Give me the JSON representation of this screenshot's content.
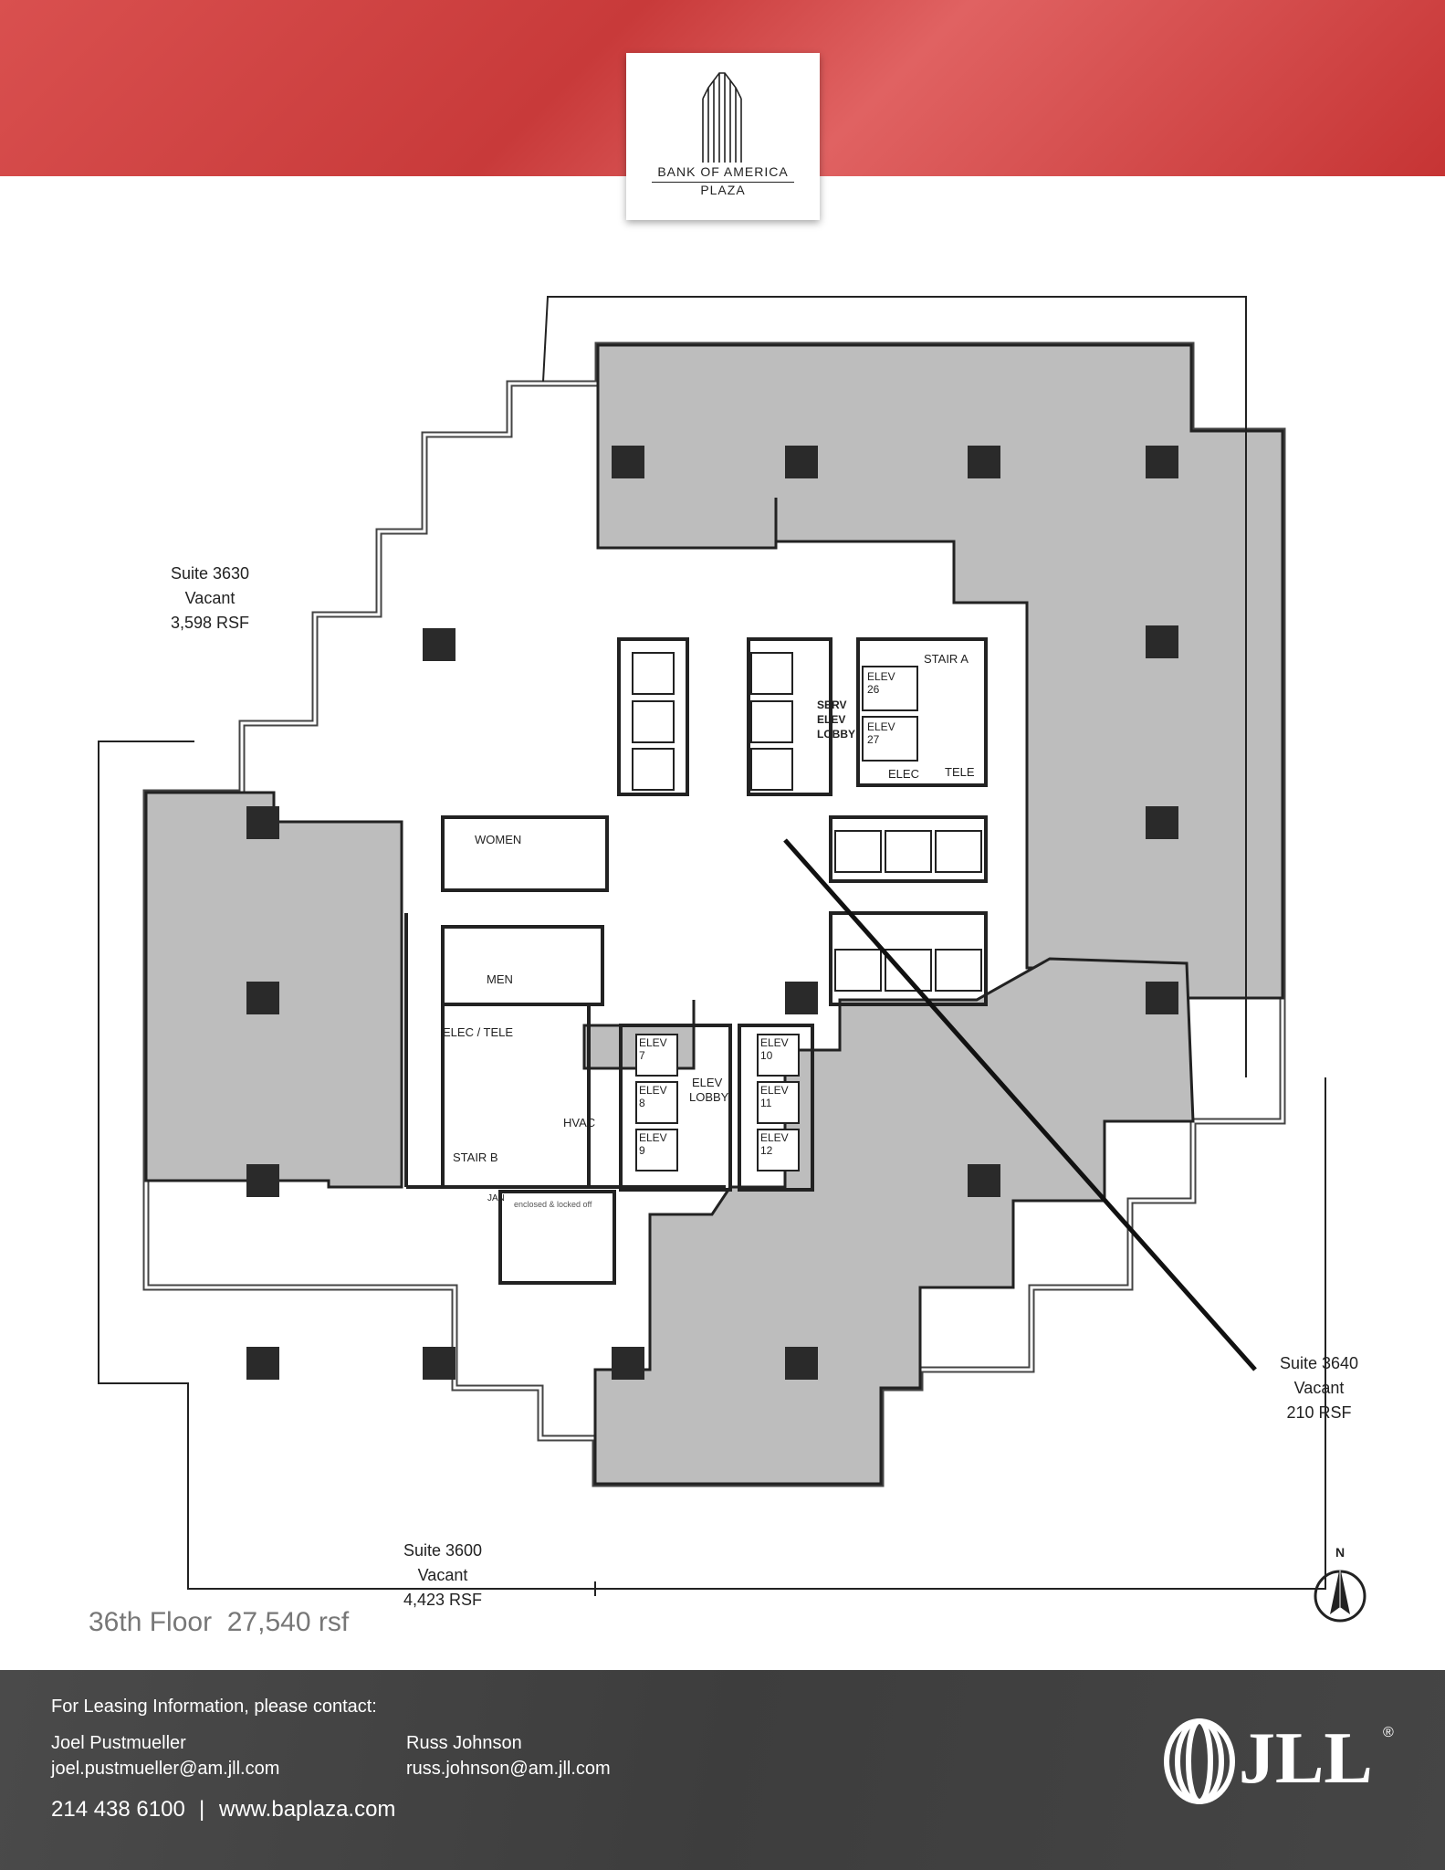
{
  "header": {
    "logo_line1": "BANK OF AMERICA",
    "logo_line2": "PLAZA",
    "background_color": "#c94040"
  },
  "plan": {
    "rooms": {
      "women": "WOMEN",
      "men": "MEN",
      "elec_tele": "ELEC / TELE",
      "hvac": "HVAC",
      "stair_b": "STAIR B",
      "stair_a": "STAIR A",
      "jan": "JAN",
      "serv_elev_lobby_1": "SERV",
      "serv_elev_lobby_2": "ELEV",
      "serv_elev_lobby_3": "LOBBY",
      "elec": "ELEC",
      "tele": "TELE",
      "elev_lobby_1": "ELEV",
      "elev_lobby_2": "LOBBY",
      "enclosed_note": "enclosed & locked off"
    },
    "elevators": [
      {
        "label": "ELEV",
        "num": "7"
      },
      {
        "label": "ELEV",
        "num": "8"
      },
      {
        "label": "ELEV",
        "num": "9"
      },
      {
        "label": "ELEV",
        "num": "10"
      },
      {
        "label": "ELEV",
        "num": "11"
      },
      {
        "label": "ELEV",
        "num": "12"
      },
      {
        "label": "ELEV",
        "num": "26"
      },
      {
        "label": "ELEV",
        "num": "27"
      }
    ],
    "leased_fill": "#bdbdbd",
    "wall_color": "#222222"
  },
  "suites": [
    {
      "name": "Suite 3630",
      "status": "Vacant",
      "area": "3,598 RSF"
    },
    {
      "name": "Suite 3640",
      "status": "Vacant",
      "area": "210 RSF"
    },
    {
      "name": "Suite 3600",
      "status": "Vacant",
      "area": "4,423 RSF"
    }
  ],
  "compass": {
    "label": "N"
  },
  "floor": {
    "title": "36th Floor  27,540 rsf"
  },
  "footer": {
    "heading": "For Leasing Information, please contact:",
    "contacts": [
      {
        "name": "Joel Pustmueller",
        "email": "joel.pustmueller@am.jll.com"
      },
      {
        "name": "Russ Johnson",
        "email": "russ.johnson@am.jll.com"
      }
    ],
    "phone": "214 438 6100",
    "separator": "|",
    "website": "www.baplaza.com",
    "brand": "JLL",
    "brand_mark": "®",
    "background_color": "#444444"
  }
}
